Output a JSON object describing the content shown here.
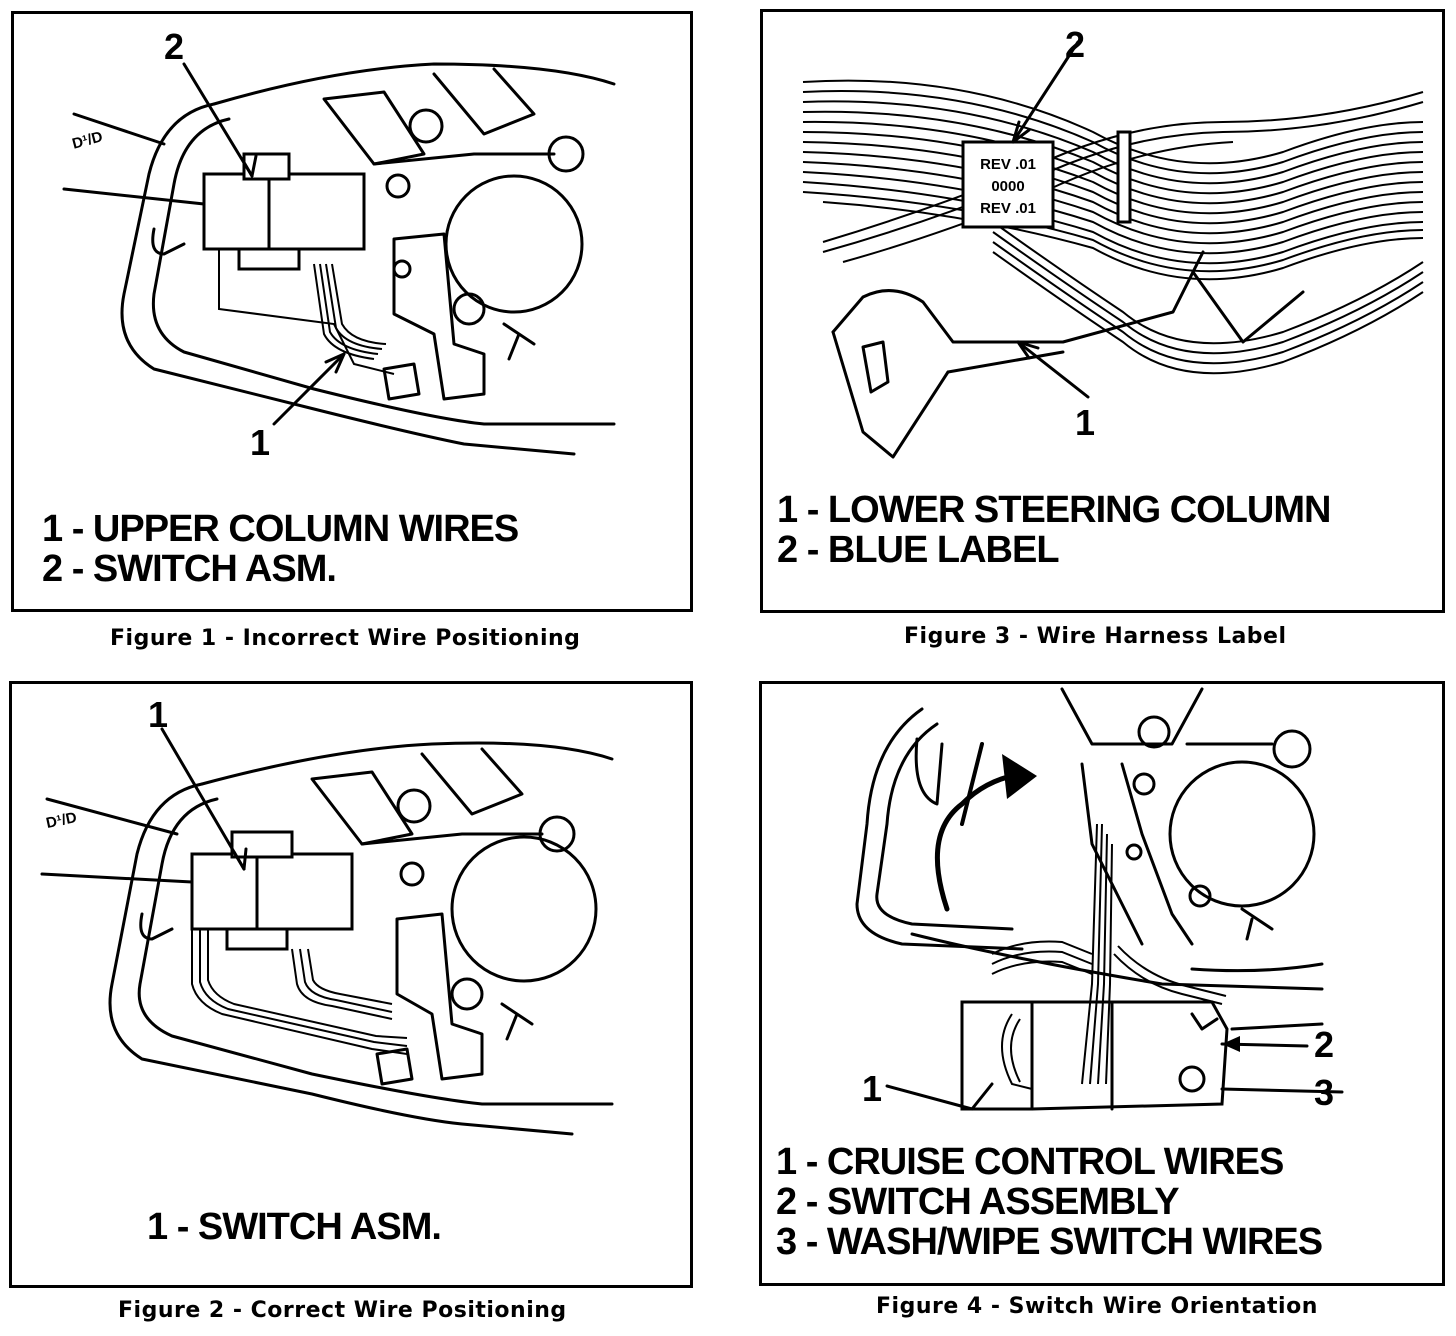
{
  "figures": [
    {
      "caption": "Figure 1 - Incorrect Wire Positioning",
      "legend": [
        "1 - UPPER COLUMN WIRES",
        "2 - SWITCH ASM."
      ],
      "callouts": [
        "1",
        "2"
      ],
      "marking": "D¹/D"
    },
    {
      "caption": "Figure 2 - Correct Wire Positioning",
      "legend": [
        "1 - SWITCH ASM."
      ],
      "callouts": [
        "1"
      ],
      "marking": "D¹/D"
    },
    {
      "caption": "Figure 3 - Wire Harness Label",
      "legend": [
        "1 - LOWER STEERING COLUMN",
        "2 - BLUE LABEL"
      ],
      "callouts": [
        "1",
        "2"
      ],
      "label_text": [
        "REV .01",
        "0000",
        "REV .01"
      ]
    },
    {
      "caption": "Figure 4 - Switch Wire Orientation",
      "legend": [
        "1 - CRUISE CONTROL WIRES",
        "2 - SWITCH ASSEMBLY",
        "3 - WASH/WIPE SWITCH WIRES"
      ],
      "callouts": [
        "1",
        "2",
        "3"
      ]
    }
  ]
}
